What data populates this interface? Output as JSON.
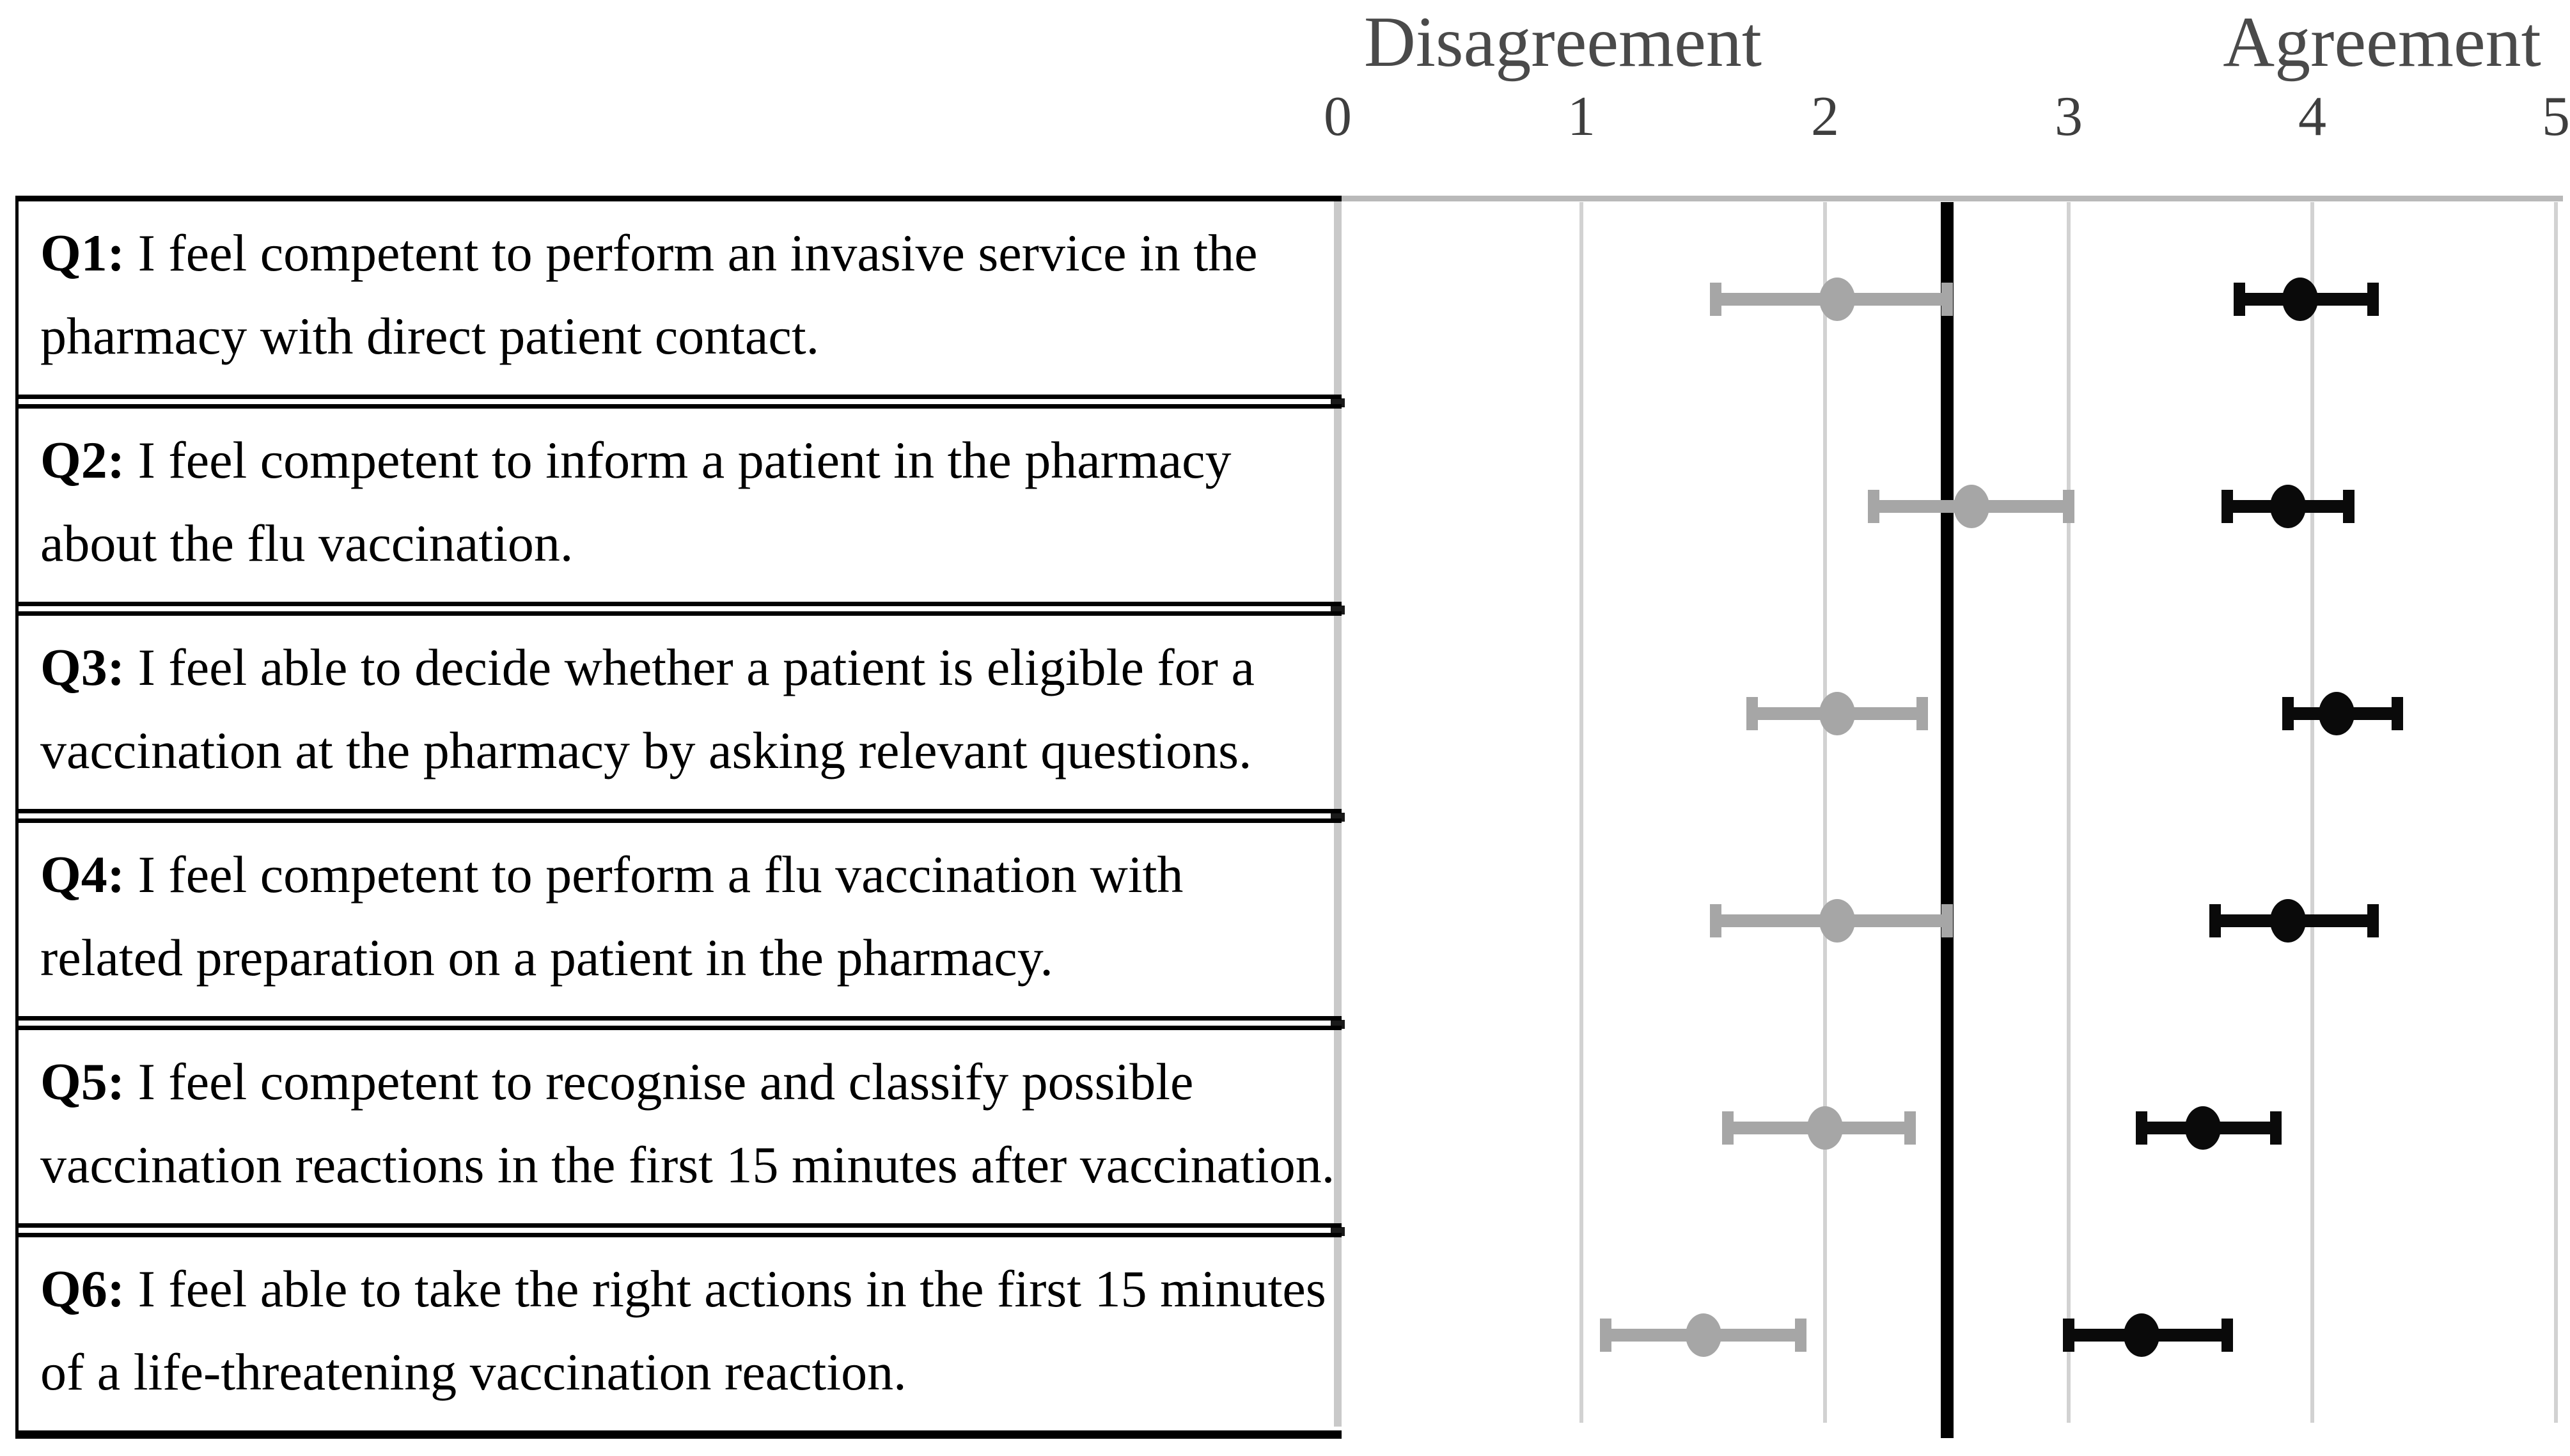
{
  "header": {
    "left_label": "Disagreement",
    "right_label": "Agreement"
  },
  "axis": {
    "min": 0,
    "max": 5,
    "ticks": [
      "0",
      "1",
      "2",
      "3",
      "4",
      "5"
    ],
    "reference_line_x": 2.5
  },
  "colors": {
    "gray_series": "#a6a6a6",
    "black_series": "#0a0a0a",
    "gridline": "#d2d2d2",
    "reference_line": "#000000",
    "plot_top_border": "#b9b9b9",
    "header_text": "#4a4a4a",
    "tick_text": "#3e3e3e",
    "question_text": "#000000"
  },
  "questions": [
    {
      "prefix": "Q1:",
      "text": "I feel competent to perform an invasive service in the pharmacy with direct patient contact."
    },
    {
      "prefix": "Q2:",
      "text": "I feel competent to inform a patient in the pharmacy about the flu vaccination."
    },
    {
      "prefix": "Q3:",
      "text": "I feel able to decide whether a patient is eligible for a vaccination at the pharmacy by asking relevant questions."
    },
    {
      "prefix": "Q4:",
      "text": "I feel competent to perform a flu vaccination with related preparation on a patient in the pharmacy."
    },
    {
      "prefix": "Q5:",
      "text": "I feel competent to recognise and classify possible vaccination reactions in the first 15 minutes after vaccination."
    },
    {
      "prefix": "Q6:",
      "text": "I feel able to take the right actions in the first 15 minutes of a life-threatening vaccination reaction."
    }
  ],
  "chart_data": {
    "type": "scatter",
    "subtype": "horizontal_dot_plot_with_error_bars",
    "title": "",
    "x_axis": {
      "min": 0,
      "max": 5,
      "ticks": [
        0,
        1,
        2,
        3,
        4,
        5
      ],
      "top_left_label": "Disagreement",
      "top_right_label": "Agreement",
      "reference_line_x": 2.5,
      "grid": true
    },
    "categories": [
      "Q1",
      "Q2",
      "Q3",
      "Q4",
      "Q5",
      "Q6"
    ],
    "series": [
      {
        "name": "gray",
        "color": "#a6a6a6",
        "points": [
          {
            "category": "Q1",
            "mean": 2.05,
            "low": 1.55,
            "high": 2.5
          },
          {
            "category": "Q2",
            "mean": 2.6,
            "low": 2.2,
            "high": 3.0
          },
          {
            "category": "Q3",
            "mean": 2.05,
            "low": 1.7,
            "high": 2.4
          },
          {
            "category": "Q4",
            "mean": 2.05,
            "low": 1.55,
            "high": 2.5
          },
          {
            "category": "Q5",
            "mean": 2.0,
            "low": 1.6,
            "high": 2.35
          },
          {
            "category": "Q6",
            "mean": 1.5,
            "low": 1.1,
            "high": 1.9
          }
        ]
      },
      {
        "name": "black",
        "color": "#0a0a0a",
        "points": [
          {
            "category": "Q1",
            "mean": 3.95,
            "low": 3.7,
            "high": 4.25
          },
          {
            "category": "Q2",
            "mean": 3.9,
            "low": 3.65,
            "high": 4.15
          },
          {
            "category": "Q3",
            "mean": 4.1,
            "low": 3.9,
            "high": 4.35
          },
          {
            "category": "Q4",
            "mean": 3.9,
            "low": 3.6,
            "high": 4.25
          },
          {
            "category": "Q5",
            "mean": 3.55,
            "low": 3.3,
            "high": 3.85
          },
          {
            "category": "Q6",
            "mean": 3.3,
            "low": 3.0,
            "high": 3.65
          }
        ]
      }
    ]
  }
}
